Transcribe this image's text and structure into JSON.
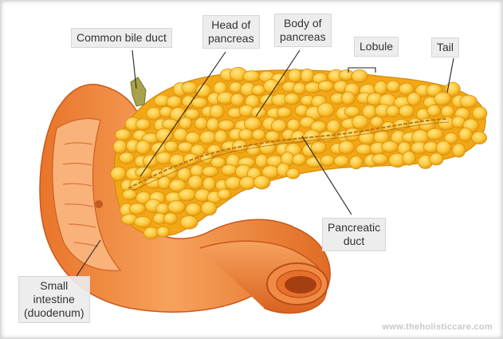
{
  "labels": {
    "common_bile_duct": "Common bile duct",
    "head_of_pancreas": "Head of\npancreas",
    "body_of_pancreas": "Body of\npancreas",
    "lobule": "Lobule",
    "tail": "Tail",
    "pancreatic_duct": "Pancreatic\nduct",
    "small_intestine": "Small\nintestine\n(duodenum)"
  },
  "watermark": "www.theholisticcare.com",
  "colors": {
    "pancreas_fill": "#f7b21a",
    "pancreas_lobule": "#fdd35a",
    "intestine_fill": "#f2893a",
    "intestine_dark": "#d65e1c"
  }
}
